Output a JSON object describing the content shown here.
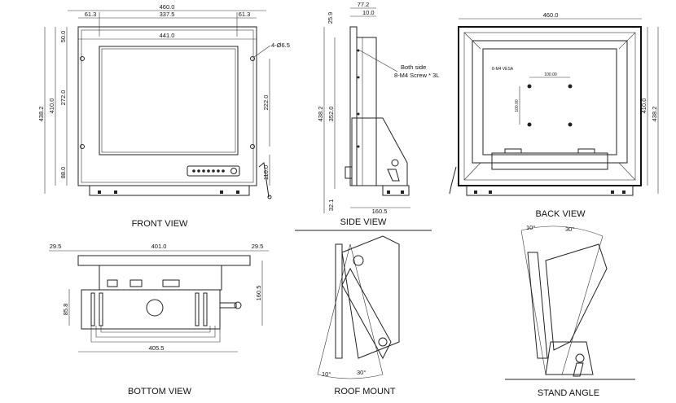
{
  "views": {
    "front": {
      "title": "FRONT VIEW",
      "dims": {
        "total_width": "460.0",
        "left_margin": "61.3",
        "hole_spacing": "337.5",
        "right_margin": "61.3",
        "screen_width": "441.0",
        "top_offset": "50.0",
        "screen_height": "272.0",
        "bezel_height": "410.0",
        "total_height": "438.2",
        "bottom_offset": "88.0",
        "hole_label": "4-Ø6.5",
        "hole_vertical": "222.0",
        "stand_offset": "110.0"
      }
    },
    "side": {
      "title": "SIDE VIEW",
      "dims": {
        "depth_top": "77.2",
        "step": "10.0",
        "top_offset": "25.9",
        "height": "438.2",
        "body_height": "352.0",
        "base": "32.1",
        "bracket_depth": "160.5"
      },
      "note": [
        "Both side",
        "8-M4 Screw * 3L"
      ]
    },
    "back": {
      "title": "BACK VIEW",
      "dims": {
        "total_width": "460.0",
        "bezel_height": "410.0",
        "total_height": "438.2",
        "vesa_label": "8-M4 VESA",
        "vesa_h": "100.00",
        "vesa_v": "100.00"
      }
    },
    "bottom": {
      "title": "BOTTOM VIEW",
      "dims": {
        "left_offset": "29.5",
        "width": "401.0",
        "right_offset": "29.5",
        "depth": "160.5",
        "inner_depth": "85.8",
        "stand_width": "405.5"
      }
    },
    "roof": {
      "title": "ROOF MOUNT",
      "angles": [
        "10°",
        "30°"
      ]
    },
    "stand": {
      "title": "STAND ANGLE",
      "angles": [
        "10°",
        "30°"
      ]
    }
  }
}
